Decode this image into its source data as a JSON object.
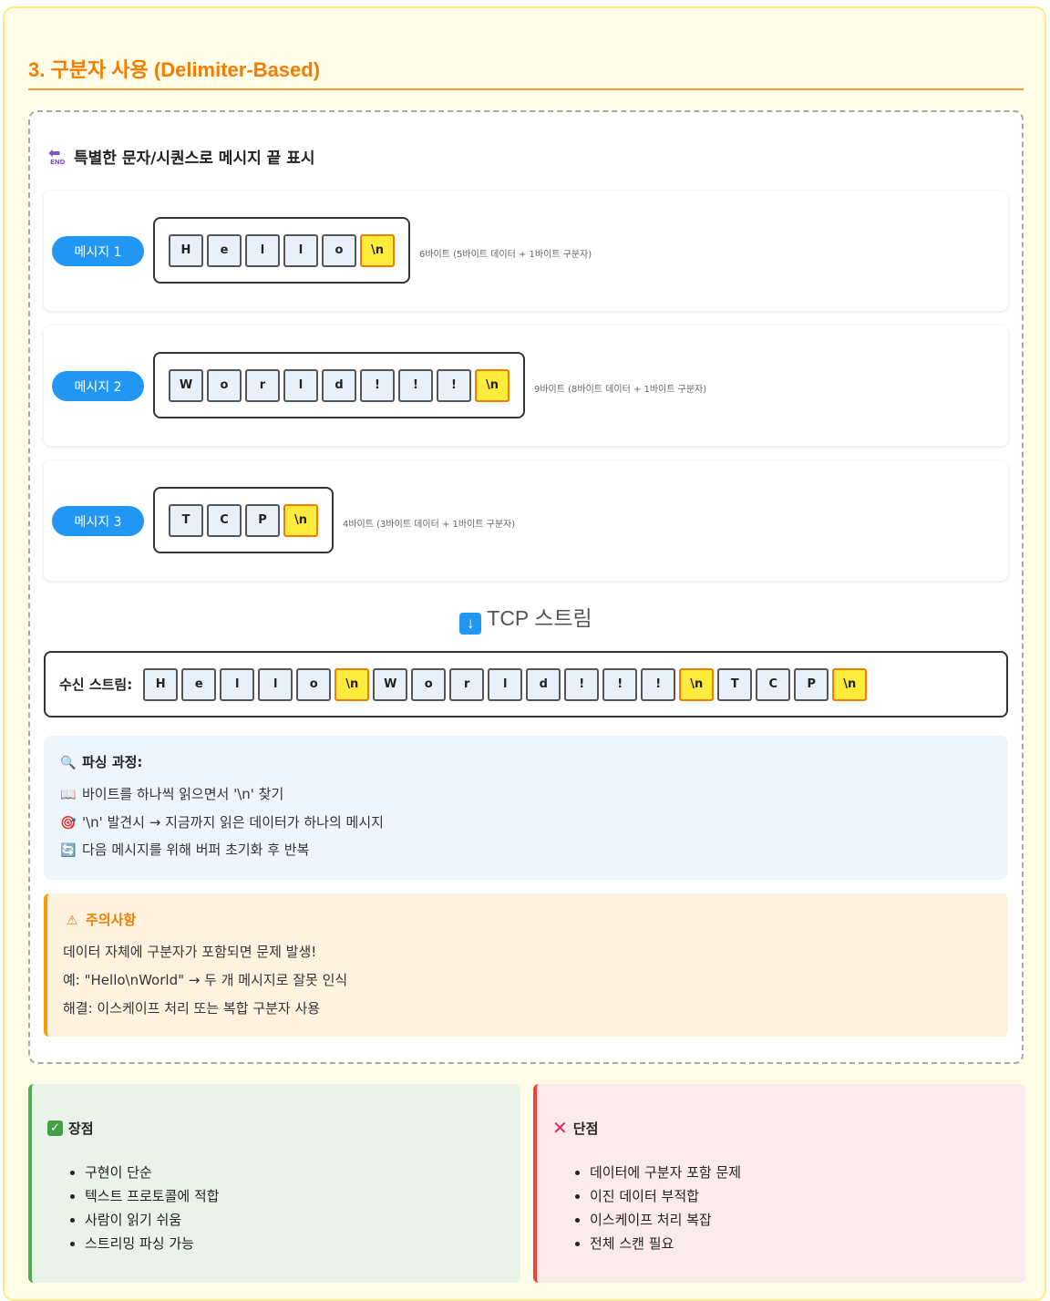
{
  "section": {
    "title": "3. 구분자 사용 (Delimiter-Based)"
  },
  "diagram": {
    "heading": "특별한 문자/시퀀스로 메시지 끝 표시",
    "messages": [
      {
        "label": "메시지 1",
        "bytes": [
          "H",
          "e",
          "l",
          "l",
          "o",
          "\\n"
        ],
        "note": "6바이트 (5바이트 데이터 + 1바이트 구분자)"
      },
      {
        "label": "메시지 2",
        "bytes": [
          "W",
          "o",
          "r",
          "l",
          "d",
          "!",
          "!",
          "!",
          "\\n"
        ],
        "note": "9바이트 (8바이트 데이터 + 1바이트 구분자)"
      },
      {
        "label": "메시지 3",
        "bytes": [
          "T",
          "C",
          "P",
          "\\n"
        ],
        "note": "4바이트 (3바이트 데이터 + 1바이트 구분자)"
      }
    ],
    "stream_heading": "TCP 스트림",
    "stream_label": "수신 스트림:",
    "stream_bytes": [
      "H",
      "e",
      "l",
      "l",
      "o",
      "\\n",
      "W",
      "o",
      "r",
      "l",
      "d",
      "!",
      "!",
      "!",
      "\\n",
      "T",
      "C",
      "P",
      "\\n"
    ]
  },
  "parse": {
    "title": "파싱 과정:",
    "lines": [
      "바이트를 하나씩 읽으면서 '\\n' 찾기",
      "'\\n' 발견시 → 지금까지 읽은 데이터가 하나의 메시지",
      "다음 메시지를 위해 버퍼 초기화 후 반복"
    ]
  },
  "warning": {
    "title": "주의사항",
    "lines": [
      "데이터 자체에 구분자가 포함되면 문제 발생!",
      "예: \"Hello\\nWorld\" → 두 개 메시지로 잘못 인식",
      "해결: 이스케이프 처리 또는 복합 구분자 사용"
    ]
  },
  "pros": {
    "title": "장점",
    "items": [
      "구현이 단순",
      "텍스트 프로토콜에 적합",
      "사람이 읽기 쉬움",
      "스트리밍 파싱 가능"
    ]
  },
  "cons": {
    "title": "단점",
    "items": [
      "데이터에 구분자 포함 문제",
      "이진 데이터 부적합",
      "이스케이프 처리 복잡",
      "전체 스캔 필요"
    ]
  },
  "colors": {
    "accent": "#f57c00",
    "pill": "#2196f3",
    "delimiter": "#ffeb3b",
    "pros": "#4caf50",
    "cons": "#f44336"
  }
}
